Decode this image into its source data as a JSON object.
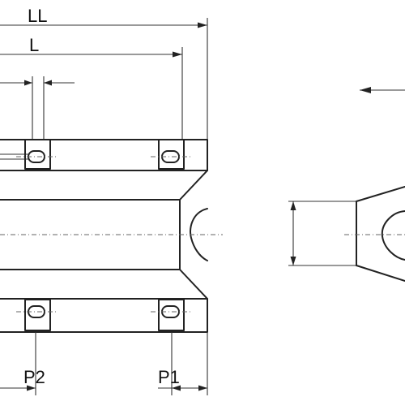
{
  "dimensions": {
    "overall_length": "LL",
    "length": "L",
    "pitch_2": "P2",
    "pitch_1": "P1"
  },
  "colors": {
    "line": "#222222",
    "background": "#ffffff"
  }
}
